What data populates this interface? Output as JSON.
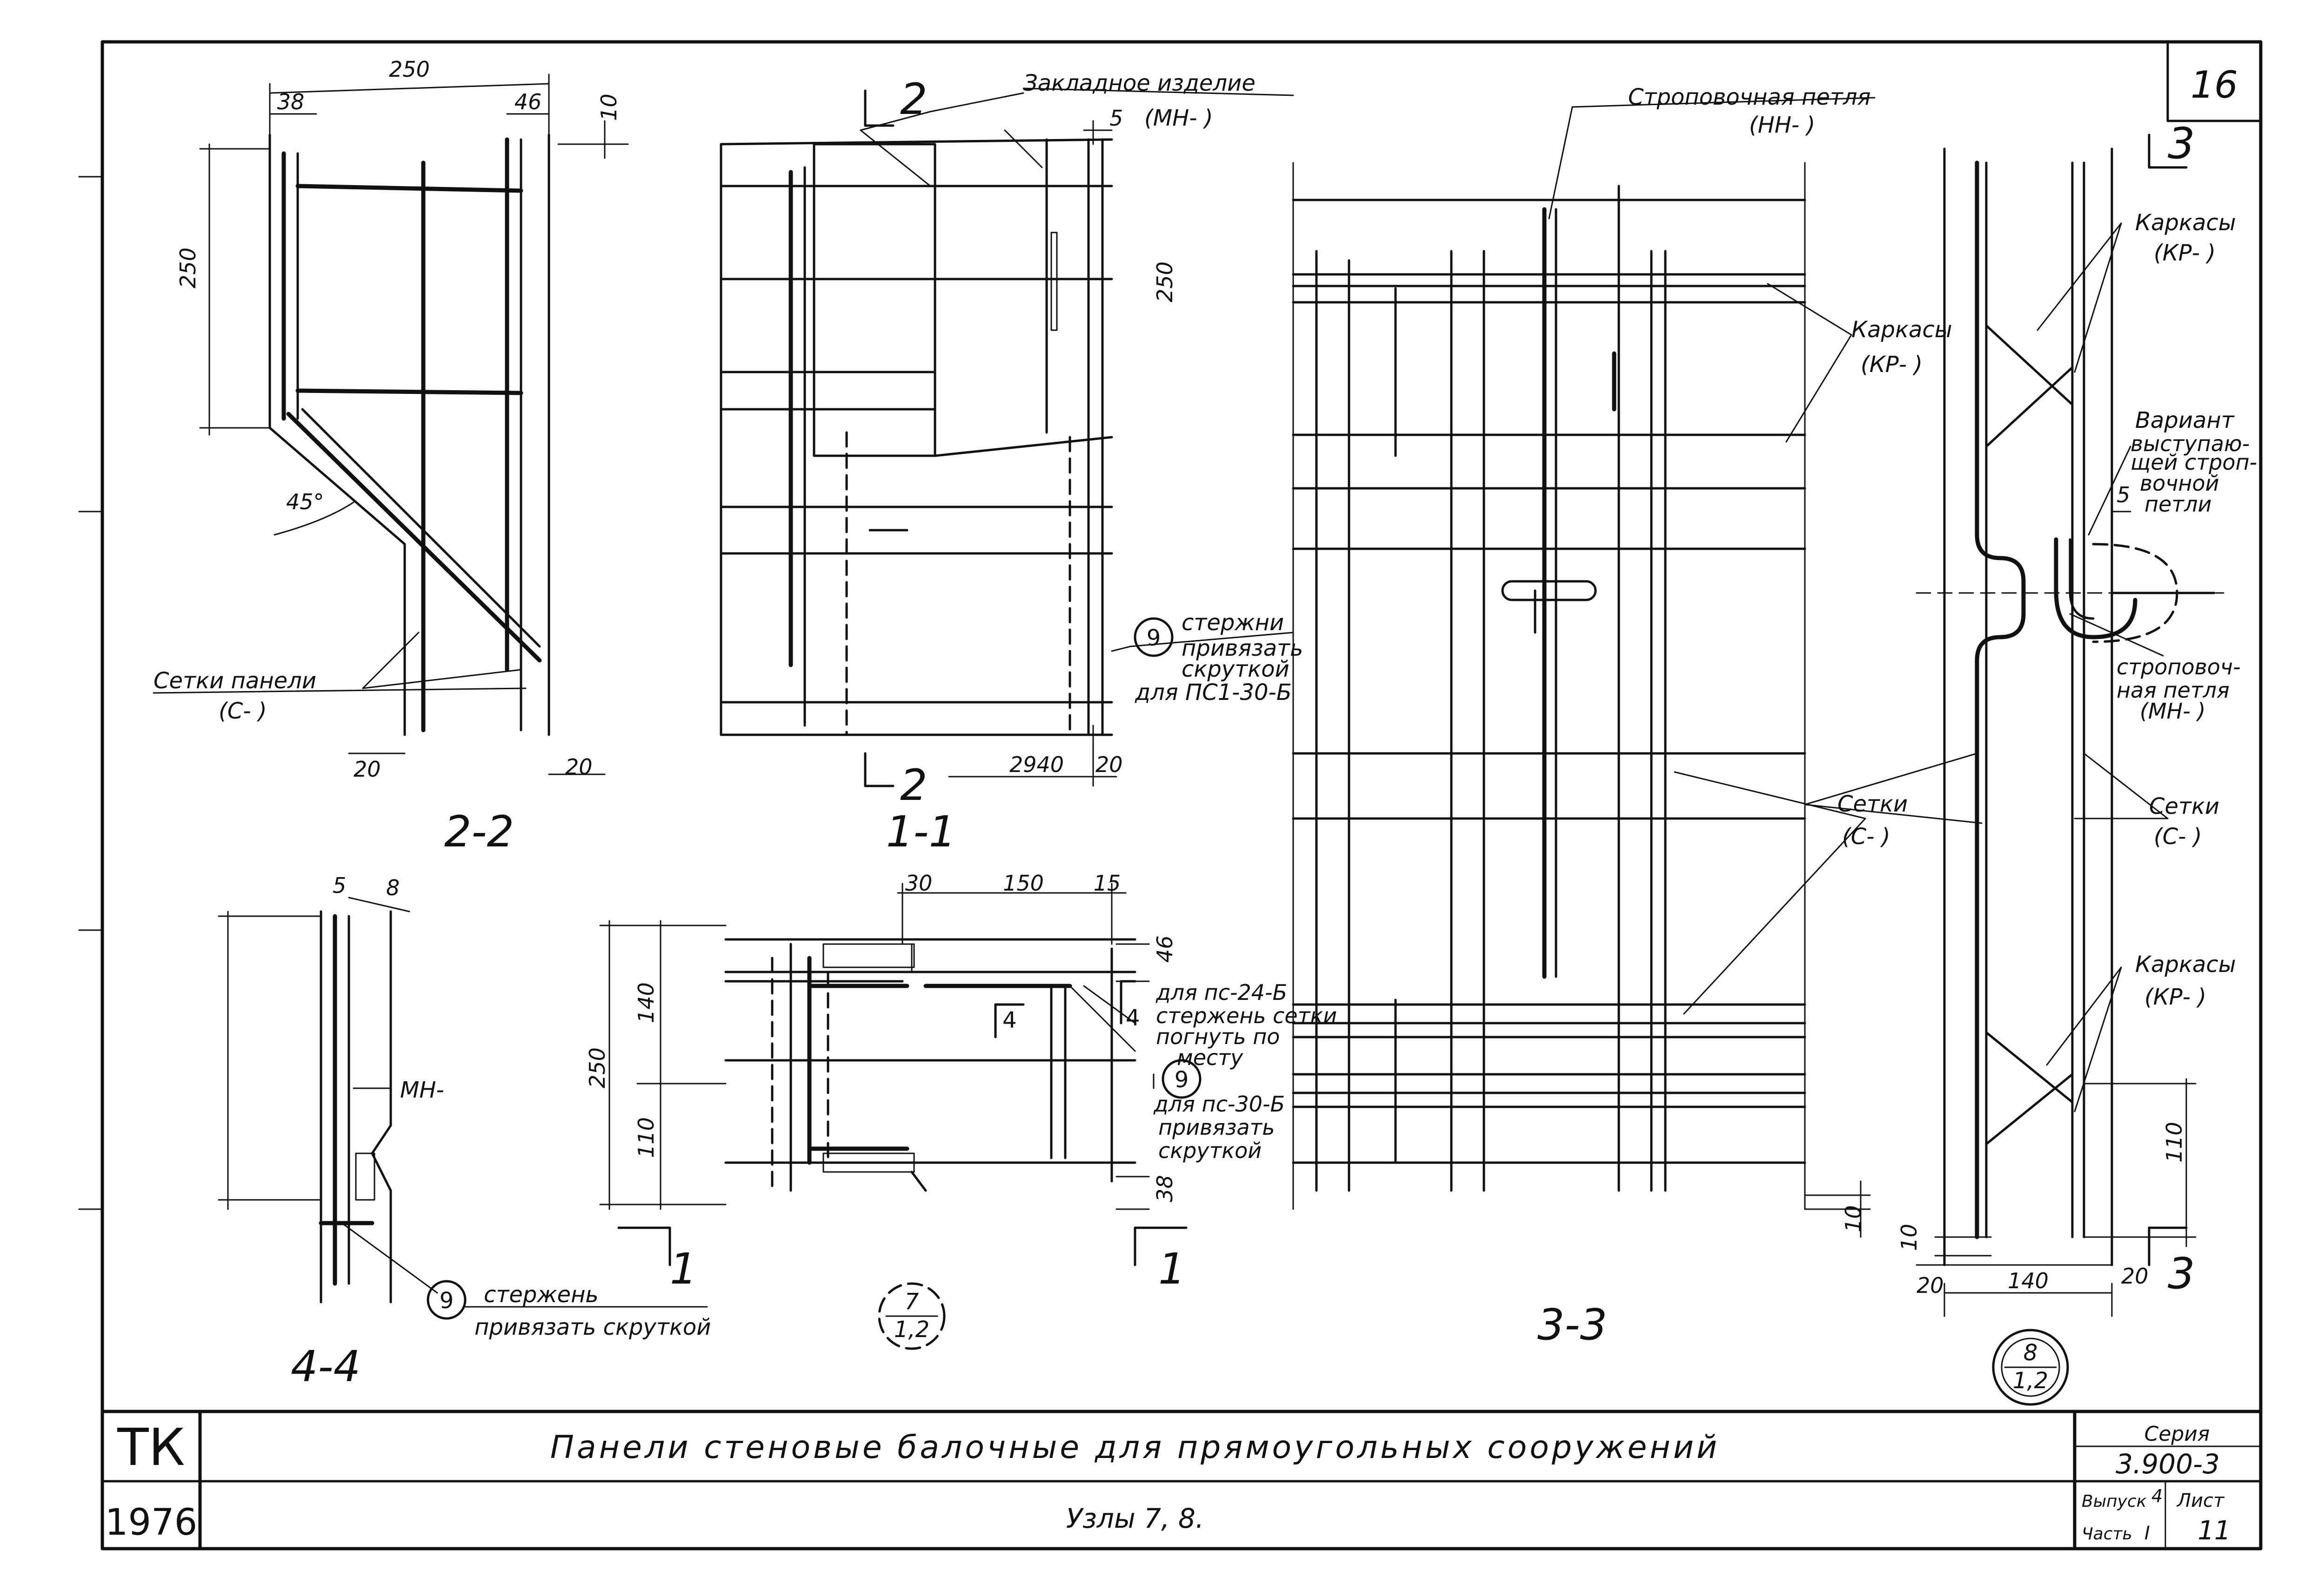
{
  "sheet_number": "16",
  "labels": {
    "embedded_part": "Закладное изделие",
    "embedded_part_mark": "(МН- )",
    "sling_loop": "Строповочная петля",
    "sling_loop_mark": "(НН- )",
    "frames": "Каркасы",
    "frames_mark": "(КР- )",
    "meshes": "Сетки",
    "meshes_mark": "(С- )",
    "panel_meshes": "Сетки панели",
    "panel_meshes_mark": "(С- )",
    "variant": "Вариант",
    "variant_text": [
      "выступаю-",
      "щей строп-",
      "вочной",
      "петли"
    ],
    "sling_loop_2": [
      "строповоч-",
      "ная петля",
      "(МН- )"
    ],
    "rods_tie": [
      "стержни",
      "привязать",
      "скруткой",
      "для ПС1-30-Б"
    ],
    "ps24_note": [
      "для пс-24-Б",
      "стержень сетки",
      "погнуть по",
      "месту"
    ],
    "ps30_note": [
      "для пс-30-Б",
      "привязать",
      "скруткой"
    ],
    "rod_tie": [
      "стержень",
      "привязать скруткой"
    ],
    "mn_mark": "МН-"
  },
  "sections": {
    "s22": "2-2",
    "s11": "1-1",
    "s33": "3-3",
    "s44": "4-4"
  },
  "cut_marks": {
    "two": "2",
    "three": "3",
    "four": "4",
    "one": "1"
  },
  "callouts": {
    "nine": "9",
    "node7_top": "7",
    "node7_bottom": "1,2",
    "node8_top": "8",
    "node8_bottom": "1,2"
  },
  "dimensions": {
    "d250": "250",
    "d38": "38",
    "d46": "46",
    "d10": "10",
    "d45deg": "45°",
    "d20": "20",
    "d5": "5",
    "d2940": "2940",
    "d30": "30",
    "d150": "150",
    "d15": "15",
    "d140": "140",
    "d110": "110",
    "d8": "8"
  },
  "title_block": {
    "org": "ТК",
    "year": "1976",
    "title": "Панели стеновые балочные для прямоугольных сооружений",
    "subtitle": "Узлы 7, 8.",
    "series_label": "Серия",
    "series_value": "3.900-3",
    "issue": "Выпуск",
    "issue_value": "4",
    "part": "Часть",
    "part_value": "I",
    "sheet_label": "Лист",
    "sheet_value": "11"
  }
}
